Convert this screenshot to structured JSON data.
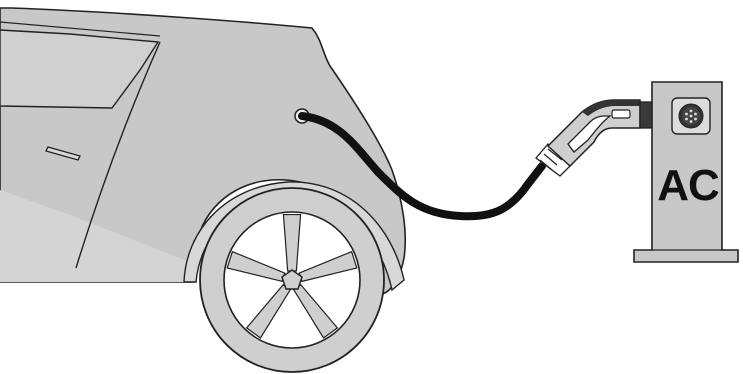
{
  "station": {
    "label": "AC"
  },
  "colors": {
    "car_body": "#c8c8c8",
    "car_highlight": "#d6d6d6",
    "outline": "#222222",
    "cable": "#111111",
    "station_body": "#c8c8c8",
    "connector_dark": "#333333",
    "wheel_arch": "#d4d4d4"
  },
  "icons": [
    "car-rear-quarter",
    "charging-cable",
    "ac-charging-connector",
    "charging-station"
  ]
}
